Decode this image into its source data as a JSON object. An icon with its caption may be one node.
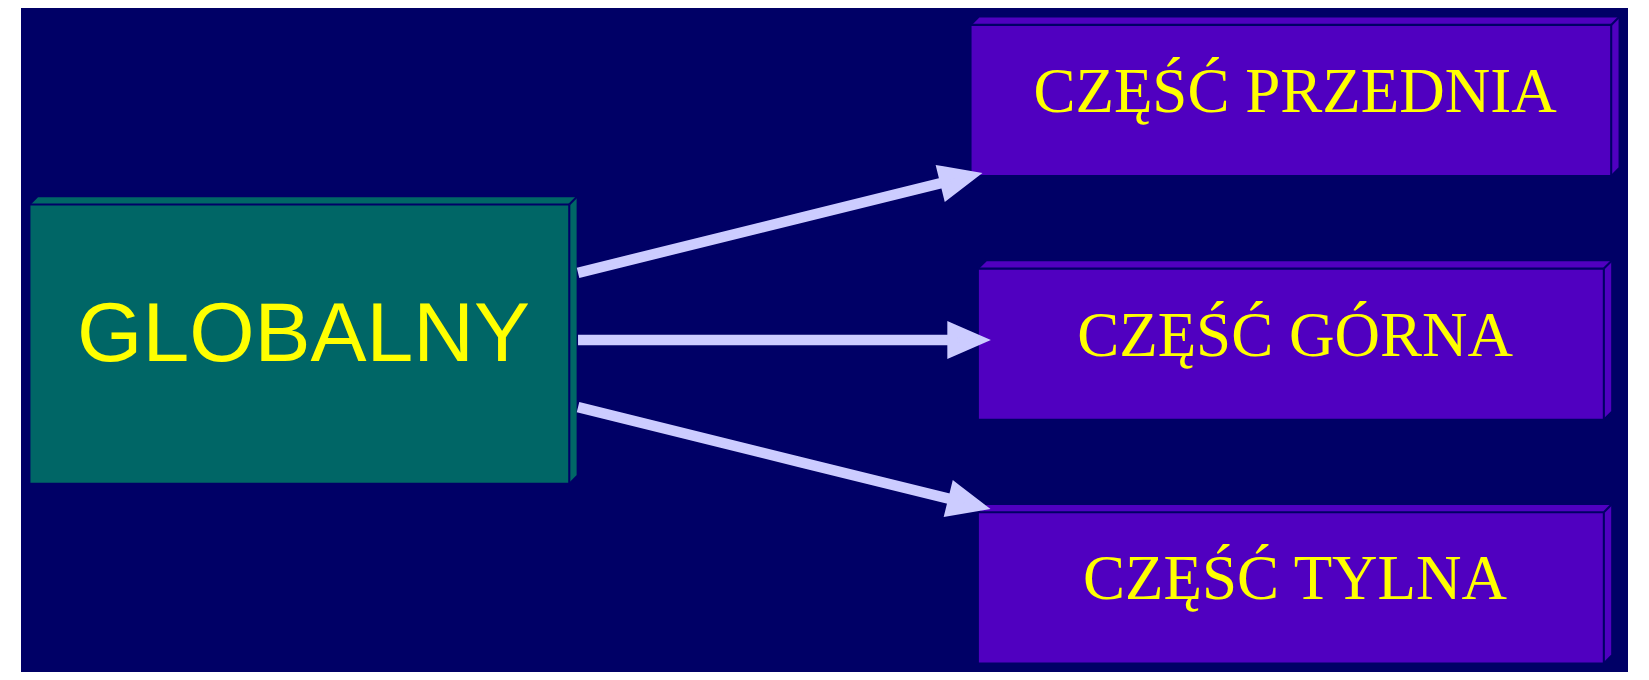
{
  "diagram": {
    "nodes": [
      {
        "text": [
          "GLOBALNY"
        ]
      },
      {
        "text": [
          "CZĘŚĆ PRZEDNIA"
        ]
      },
      {
        "text": [
          "CZĘŚĆ GÓRNA"
        ]
      },
      {
        "text": [
          "CZĘŚĆ TYLNA"
        ]
      }
    ],
    "edges": [
      {
        "from": 0,
        "to": 1,
        "arrow": "to"
      },
      {
        "from": 0,
        "to": 2,
        "arrow": "to"
      },
      {
        "from": 0,
        "to": 3,
        "arrow": "to"
      }
    ]
  }
}
